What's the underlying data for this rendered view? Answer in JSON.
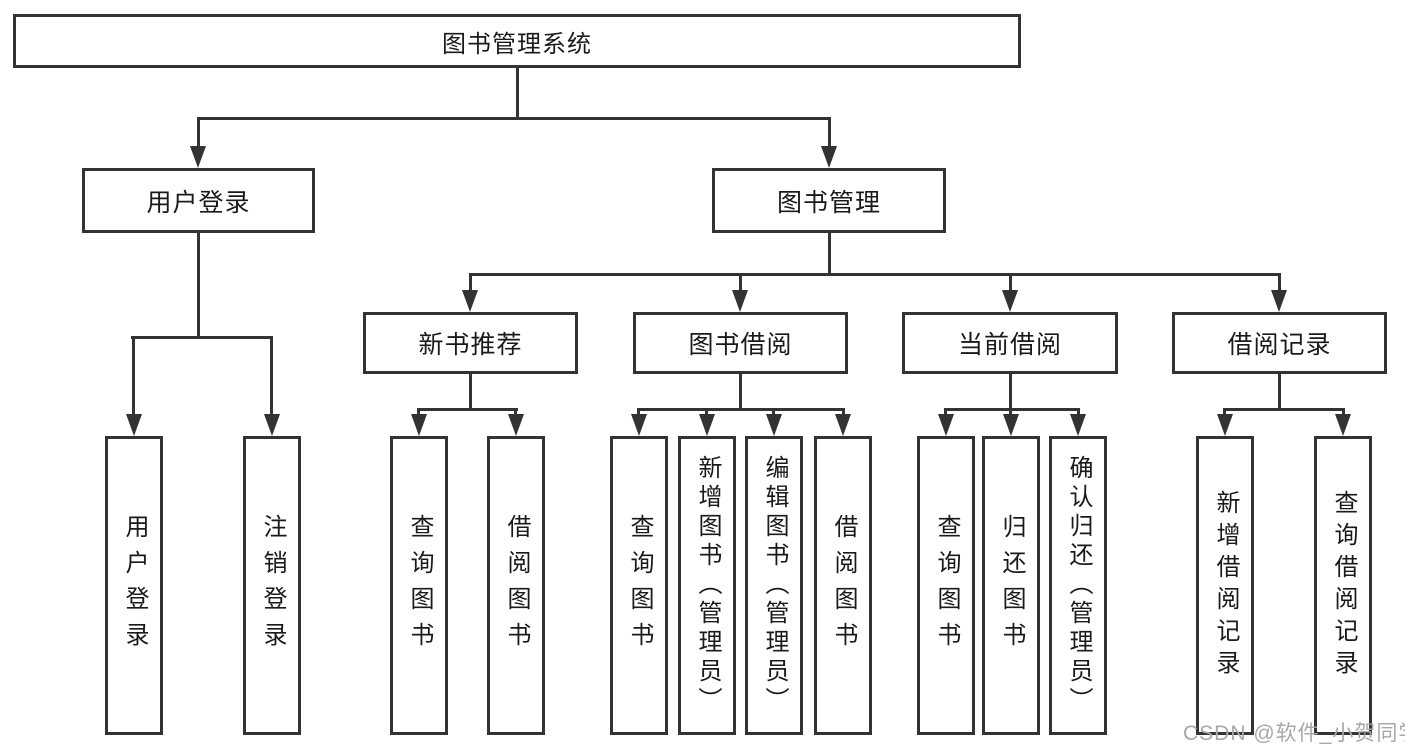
{
  "diagram": {
    "title": "图书管理系统",
    "level2": [
      {
        "label": "用户登录"
      },
      {
        "label": "图书管理"
      }
    ],
    "level3": [
      {
        "label": "新书推荐",
        "parent": "图书管理"
      },
      {
        "label": "图书借阅",
        "parent": "图书管理"
      },
      {
        "label": "当前借阅",
        "parent": "图书管理"
      },
      {
        "label": "借阅记录",
        "parent": "图书管理"
      }
    ],
    "leaves": [
      {
        "label": "用户登录",
        "parent": "用户登录"
      },
      {
        "label": "注销登录",
        "parent": "用户登录"
      },
      {
        "label": "查询图书",
        "parent": "新书推荐"
      },
      {
        "label": "借阅图书",
        "parent": "新书推荐"
      },
      {
        "label": "查询图书",
        "parent": "图书借阅"
      },
      {
        "label": "新增图书（管理员）",
        "parent": "图书借阅"
      },
      {
        "label": "编辑图书（管理员）",
        "parent": "图书借阅"
      },
      {
        "label": "借阅图书",
        "parent": "图书借阅"
      },
      {
        "label": "查询图书",
        "parent": "当前借阅"
      },
      {
        "label": "归还图书",
        "parent": "当前借阅"
      },
      {
        "label": "确认归还（管理员）",
        "parent": "当前借阅"
      },
      {
        "label": "新增借阅记录",
        "parent": "借阅记录"
      },
      {
        "label": "查询借阅记录",
        "parent": "借阅记录"
      }
    ],
    "watermark": "CSDN @软件_小贺同学",
    "colors": {
      "line": "#333333",
      "text": "#1a1a1a",
      "watermark": "#a8a8a8",
      "background": "#ffffff"
    }
  }
}
